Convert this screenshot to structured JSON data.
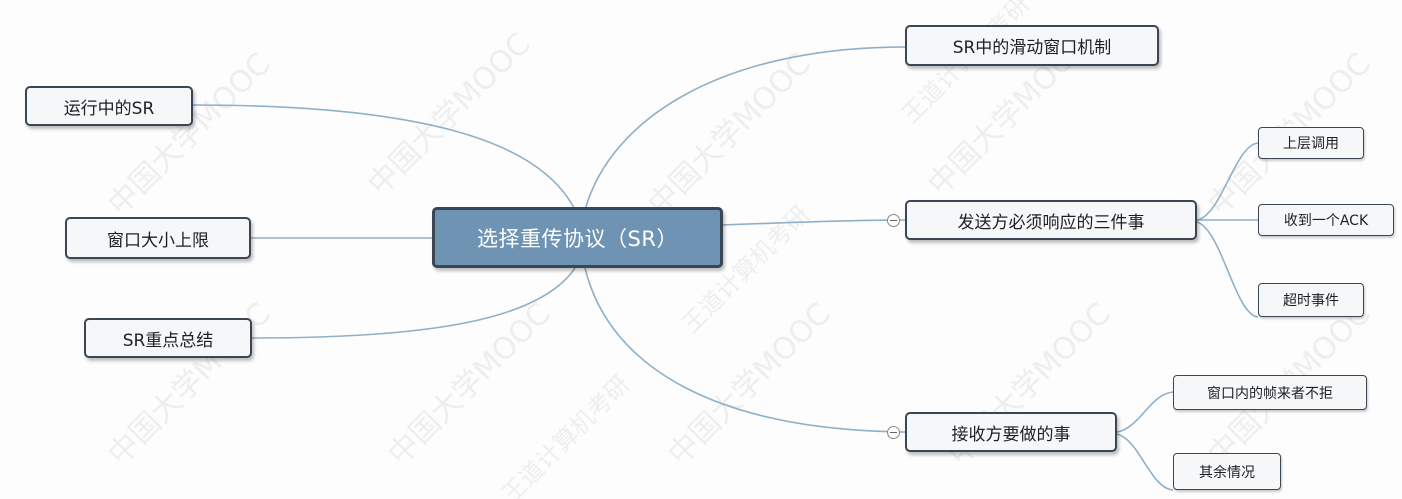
{
  "central": {
    "label": "选择重传协议（SR）"
  },
  "left_topics": [
    {
      "id": "running",
      "label": "运行中的SR"
    },
    {
      "id": "window-limit",
      "label": "窗口大小上限"
    },
    {
      "id": "summary",
      "label": "SR重点总结"
    }
  ],
  "right_topics": [
    {
      "id": "sliding-window",
      "label": "SR中的滑动窗口机制"
    },
    {
      "id": "sender",
      "label": "发送方必须响应的三件事",
      "children": [
        "上层调用",
        "收到一个ACK",
        "超时事件"
      ]
    },
    {
      "id": "receiver",
      "label": "接收方要做的事",
      "children": [
        "窗口内的帧来者不拒",
        "其余情况"
      ]
    }
  ],
  "watermark": {
    "text": "中国大学MOOC",
    "logo_text": "王道计算机考研"
  },
  "colors": {
    "central_fill": "#6f93b3",
    "border": "#3b4654",
    "link": "#8fb0c9"
  }
}
